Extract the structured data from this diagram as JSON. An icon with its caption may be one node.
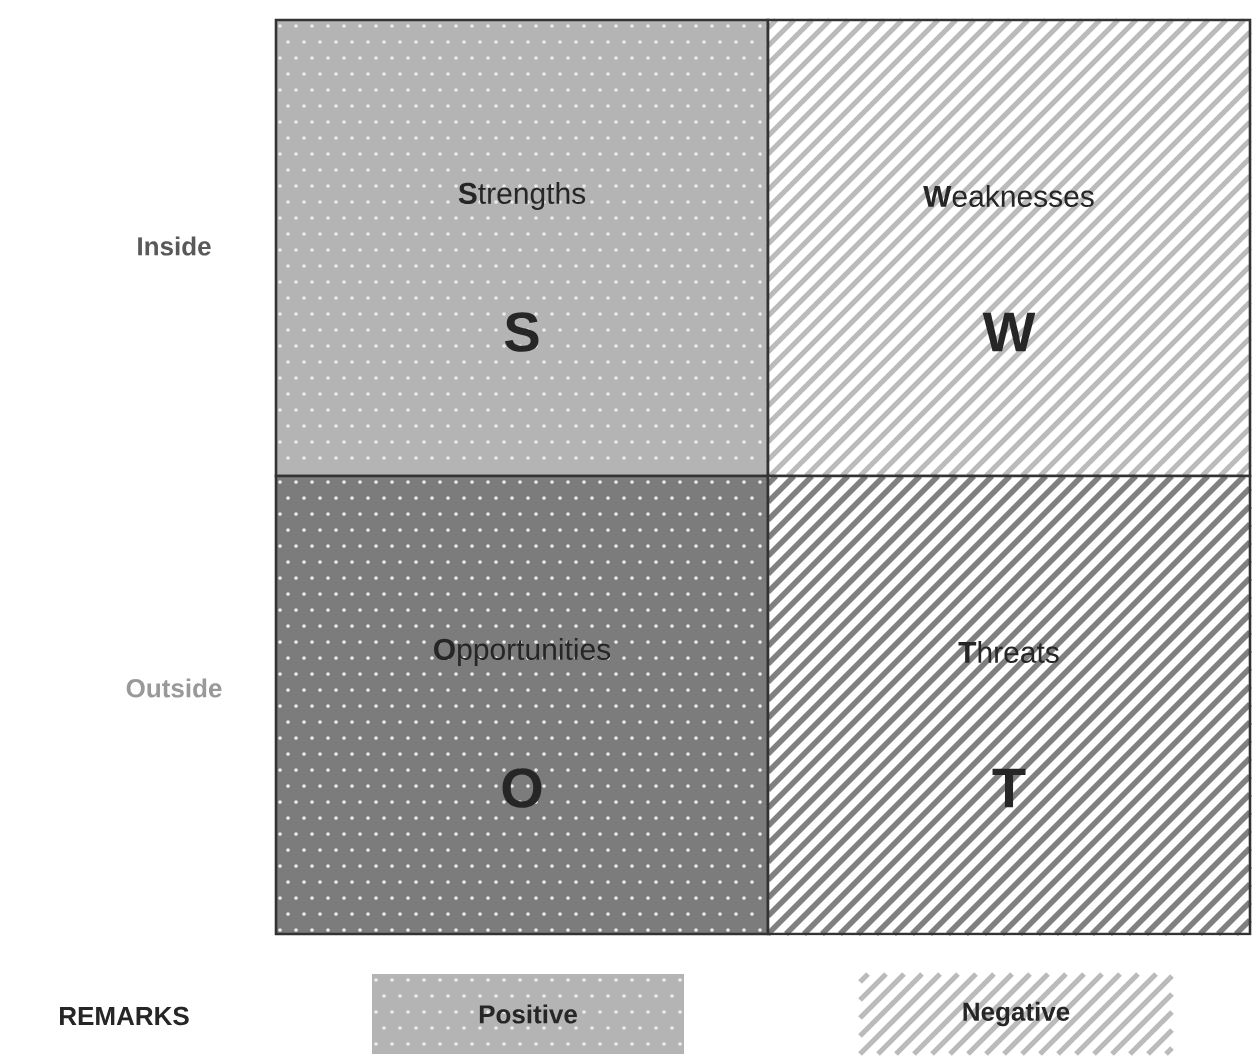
{
  "diagram": {
    "nodes": [
      {
        "text": [
          "**S**trengths",
          "S"
        ]
      },
      {
        "text": [
          "**W**eaknesses",
          "W"
        ]
      },
      {
        "text": [
          "**O**pportunities",
          "O"
        ]
      },
      {
        "text": [
          "**T**hreats",
          "T"
        ]
      }
    ],
    "labels": [
      "Inside",
      "Outside",
      "REMARKS"
    ],
    "legend": [
      {
        "text": "Positive"
      },
      {
        "text": "Negative"
      }
    ]
  }
}
